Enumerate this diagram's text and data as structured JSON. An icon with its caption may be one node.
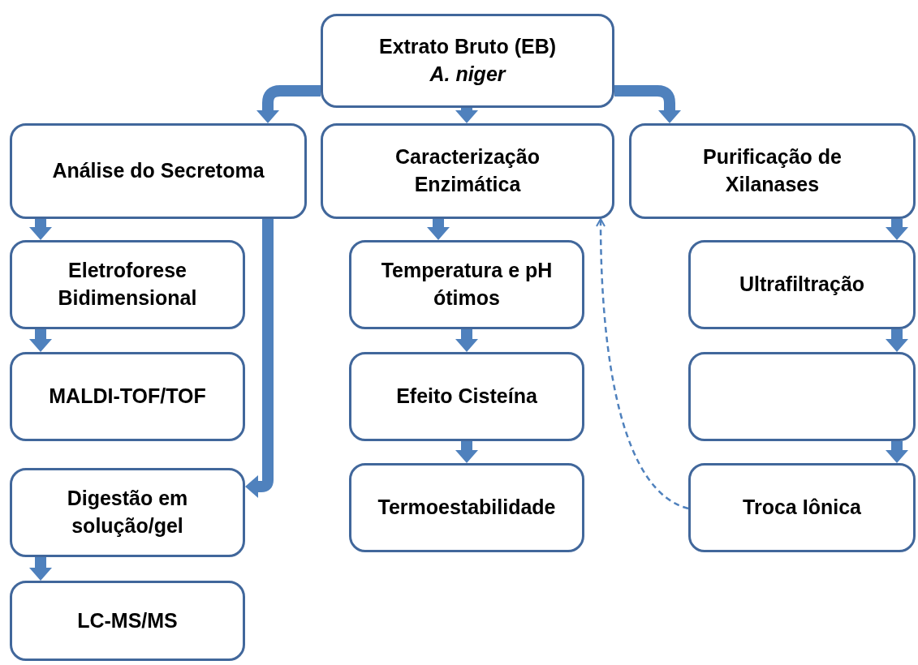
{
  "diagram": {
    "nodes": [
      {
        "text": [
          "Extrato Bruto (EB)",
          "A. niger"
        ]
      },
      {
        "text": [
          "Análise do Secretoma"
        ]
      },
      {
        "text": [
          "Caracterização Enzimática"
        ]
      },
      {
        "text": [
          "Purificação de Xilanases"
        ]
      },
      {
        "text": [
          "Eletroforese Bidimensional"
        ]
      },
      {
        "text": [
          "MALDI-TOF/TOF"
        ]
      },
      {
        "text": [
          "Digestão em solução/gel"
        ]
      },
      {
        "text": [
          "LC-MS/MS"
        ]
      },
      {
        "text": [
          "Temperatura e pH ótimos"
        ]
      },
      {
        "text": [
          "Efeito Cisteína"
        ]
      },
      {
        "text": [
          "Termoestabilidade"
        ]
      },
      {
        "text": [
          "Ultrafiltração"
        ]
      },
      {
        "text": [],
        "shape": "box"
      },
      {
        "text": [
          "Troca Iônica"
        ]
      }
    ],
    "edges": [
      {
        "from": 0,
        "to": 1,
        "arrow": "to"
      },
      {
        "from": 0,
        "to": 2,
        "arrow": "to"
      },
      {
        "from": 0,
        "to": 3,
        "arrow": "to"
      },
      {
        "from": 1,
        "to": 4,
        "arrow": "to"
      },
      {
        "from": 4,
        "to": 5,
        "arrow": "to"
      },
      {
        "from": 1,
        "to": 6,
        "arrow": "to"
      },
      {
        "from": 6,
        "to": 7,
        "arrow": "to"
      },
      {
        "from": 2,
        "to": 8,
        "arrow": "to"
      },
      {
        "from": 8,
        "to": 9,
        "arrow": "to"
      },
      {
        "from": 9,
        "to": 10,
        "arrow": "to"
      },
      {
        "from": 3,
        "to": 11,
        "arrow": "to"
      },
      {
        "from": 11,
        "to": 12,
        "arrow": "to"
      },
      {
        "from": 12,
        "to": 13,
        "arrow": "to"
      },
      {
        "from": 13,
        "to": 2,
        "arrow": "to",
        "style": "dashed"
      }
    ]
  }
}
